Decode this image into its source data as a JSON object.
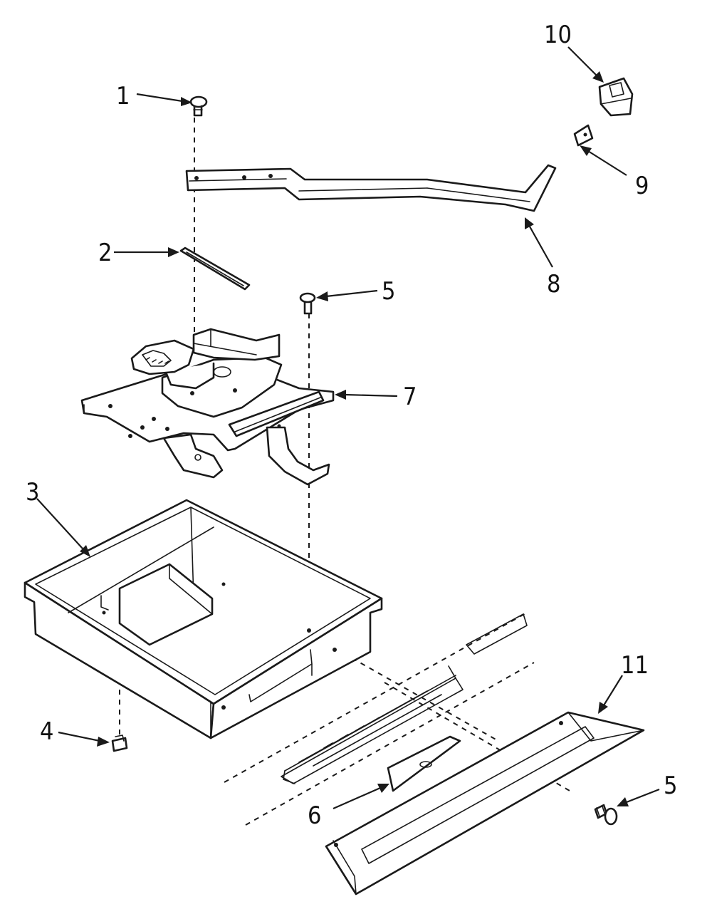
{
  "diagram": {
    "callouts": {
      "c1": "1",
      "c2": "2",
      "c3": "3",
      "c4": "4",
      "c5a": "5",
      "c5b": "5",
      "c6": "6",
      "c7": "7",
      "c8": "8",
      "c9": "9",
      "c10": "10",
      "c11": "11"
    }
  }
}
